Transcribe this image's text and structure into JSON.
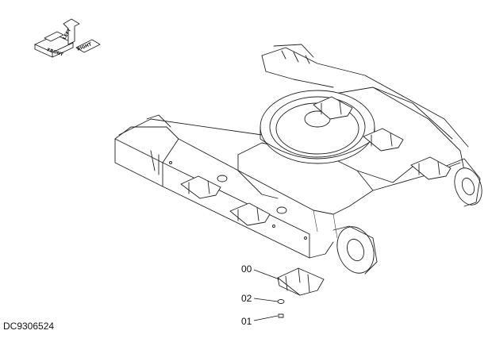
{
  "drawing": {
    "code": "DC9306524",
    "orientation_labels": [
      "FRONT",
      "LEFT",
      "RIGHT"
    ],
    "callouts": [
      {
        "id": "00",
        "label": "00"
      },
      {
        "id": "02",
        "label": "02"
      },
      {
        "id": "01",
        "label": "01"
      }
    ]
  }
}
